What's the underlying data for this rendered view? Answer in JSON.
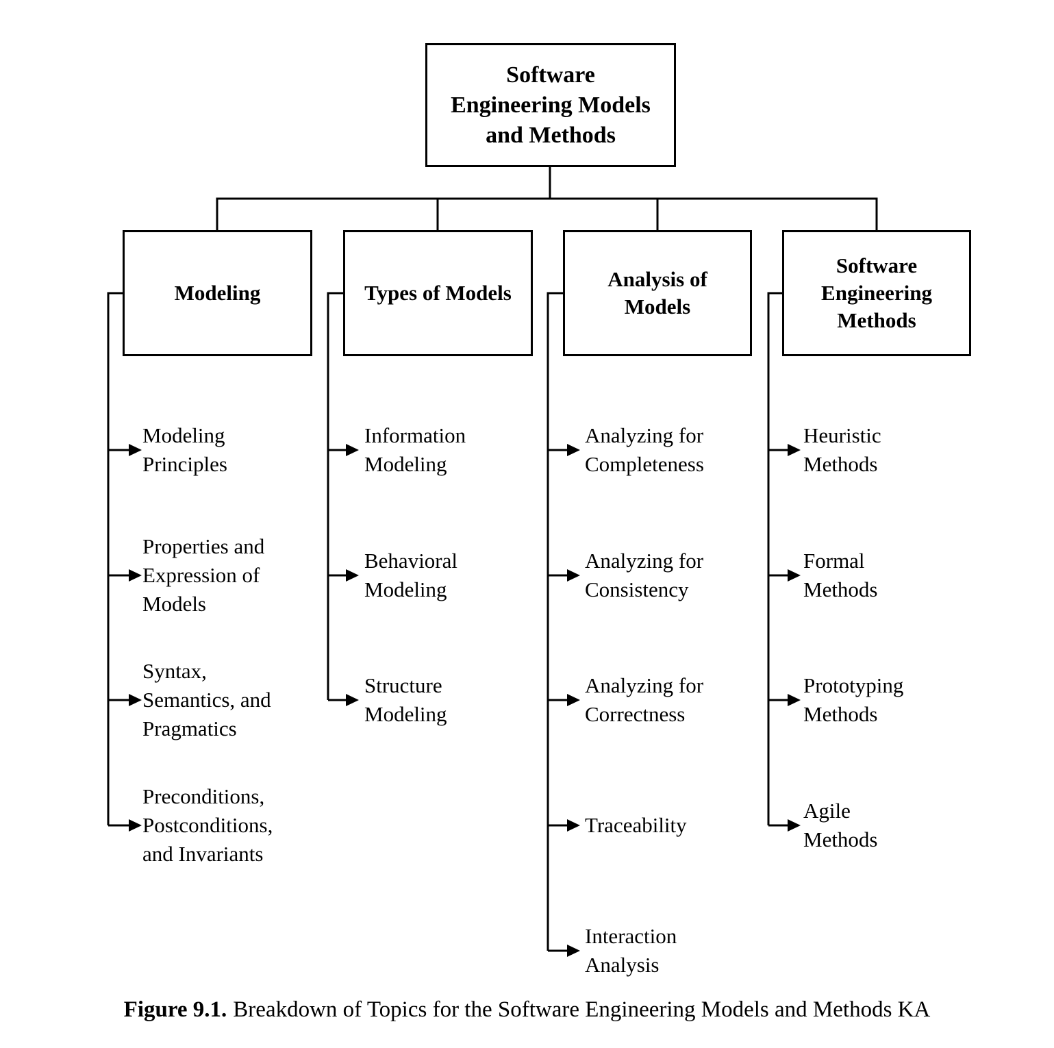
{
  "diagram": {
    "root": {
      "title": [
        "Software",
        "Engineering Models",
        "and Methods"
      ]
    },
    "columns": [
      {
        "label": [
          "Modeling"
        ],
        "items": [
          [
            "Modeling",
            "Principles"
          ],
          [
            "Properties and",
            "Expression of",
            "Models"
          ],
          [
            "Syntax,",
            "Semantics, and",
            "Pragmatics"
          ],
          [
            "Preconditions,",
            "Postconditions,",
            "and Invariants"
          ]
        ]
      },
      {
        "label": [
          "Types of Models"
        ],
        "items": [
          [
            "Information",
            "Modeling"
          ],
          [
            "Behavioral",
            "Modeling"
          ],
          [
            "Structure",
            "Modeling"
          ]
        ]
      },
      {
        "label": [
          "Analysis of",
          "Models"
        ],
        "items": [
          [
            "Analyzing for",
            "Completeness"
          ],
          [
            "Analyzing for",
            "Consistency"
          ],
          [
            "Analyzing for",
            "Correctness"
          ],
          [
            "Traceability"
          ],
          [
            "Interaction",
            "Analysis"
          ]
        ]
      },
      {
        "label": [
          "Software",
          "Engineering",
          "Methods"
        ],
        "items": [
          [
            "Heuristic",
            "Methods"
          ],
          [
            "Formal",
            "Methods"
          ],
          [
            "Prototyping",
            "Methods"
          ],
          [
            "Agile",
            "Methods"
          ]
        ]
      }
    ]
  },
  "caption": {
    "figure_label": "Figure 9.1.",
    "text": "Breakdown of Topics for the Software Engineering Models and Methods KA"
  },
  "colors": {
    "background": "#ffffff",
    "line": "#000000",
    "text": "#000000"
  }
}
